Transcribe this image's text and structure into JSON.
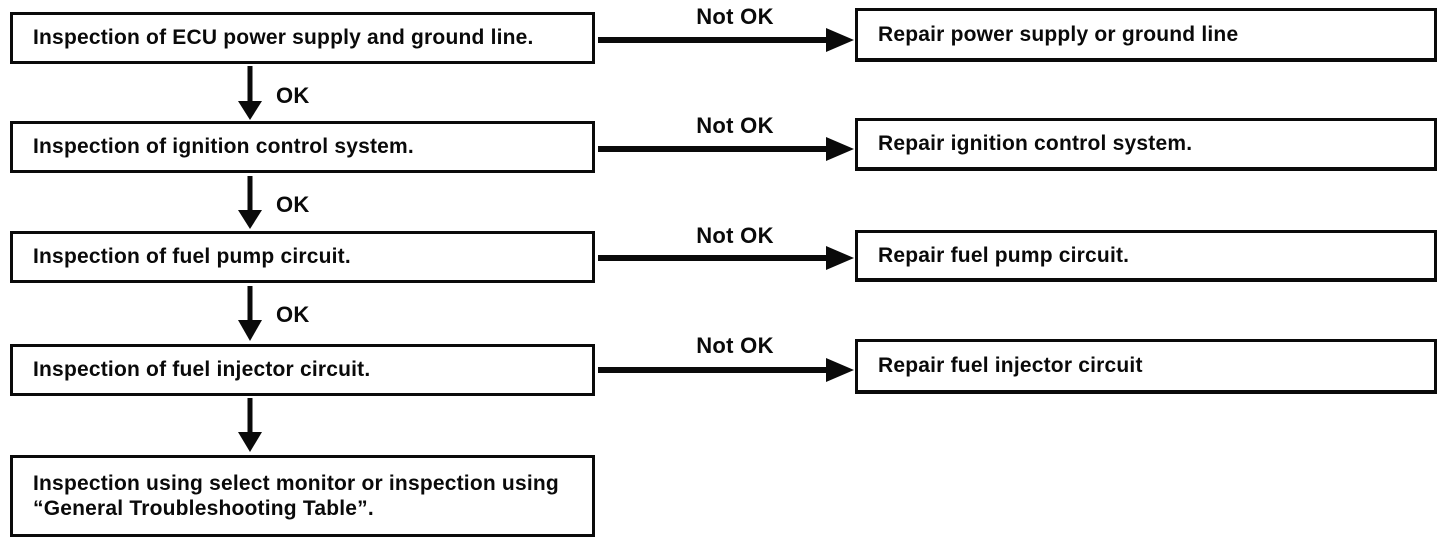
{
  "labels": {
    "ok": "OK",
    "not_ok": "Not OK"
  },
  "steps": [
    "Inspection of ECU power supply and ground line.",
    "Inspection of ignition control system.",
    "Inspection of fuel pump circuit.",
    "Inspection of fuel injector circuit.",
    "Inspection using select monitor or inspection using “General Troubleshooting Table”."
  ],
  "repairs": [
    "Repair power supply or ground line",
    "Repair ignition control system.",
    "Repair fuel pump circuit.",
    "Repair fuel injector circuit"
  ],
  "edges": [
    {
      "from": "step-1",
      "to": "step-2",
      "label": "OK"
    },
    {
      "from": "step-1",
      "to": "repair-1",
      "label": "Not OK"
    },
    {
      "from": "step-2",
      "to": "step-3",
      "label": "OK"
    },
    {
      "from": "step-2",
      "to": "repair-2",
      "label": "Not OK"
    },
    {
      "from": "step-3",
      "to": "step-4",
      "label": "OK"
    },
    {
      "from": "step-3",
      "to": "repair-3",
      "label": "Not OK"
    },
    {
      "from": "step-4",
      "to": "step-5",
      "label": ""
    },
    {
      "from": "step-4",
      "to": "repair-4",
      "label": "Not OK"
    }
  ],
  "colors": {
    "line": "#0a0a0a",
    "background": "#ffffff"
  }
}
